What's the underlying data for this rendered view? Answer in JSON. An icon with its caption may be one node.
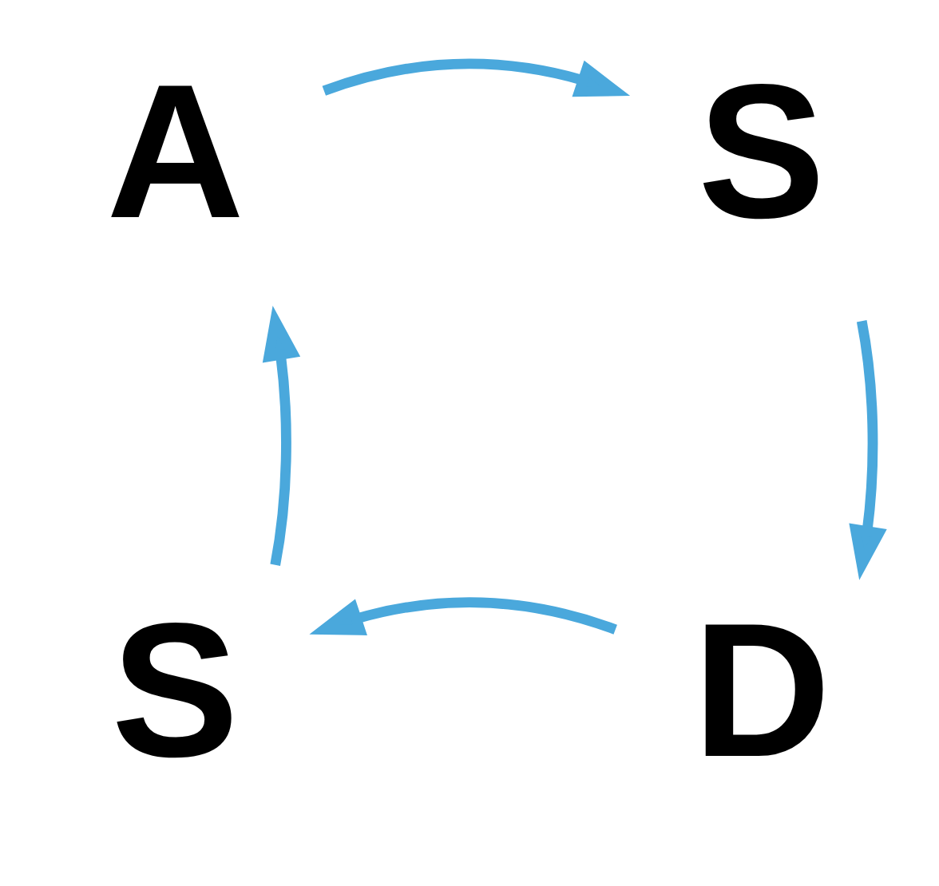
{
  "diagram": {
    "nodes": [
      {
        "text": [
          "A"
        ]
      },
      {
        "text": [
          "S"
        ]
      },
      {
        "text": [
          "S"
        ]
      },
      {
        "text": [
          "D"
        ]
      }
    ],
    "edges": [
      {
        "from": 0,
        "to": 1,
        "arrow": "to"
      },
      {
        "from": 1,
        "to": 3,
        "arrow": "to"
      },
      {
        "from": 3,
        "to": 2,
        "arrow": "to"
      },
      {
        "from": 2,
        "to": 0,
        "arrow": "to"
      }
    ]
  }
}
